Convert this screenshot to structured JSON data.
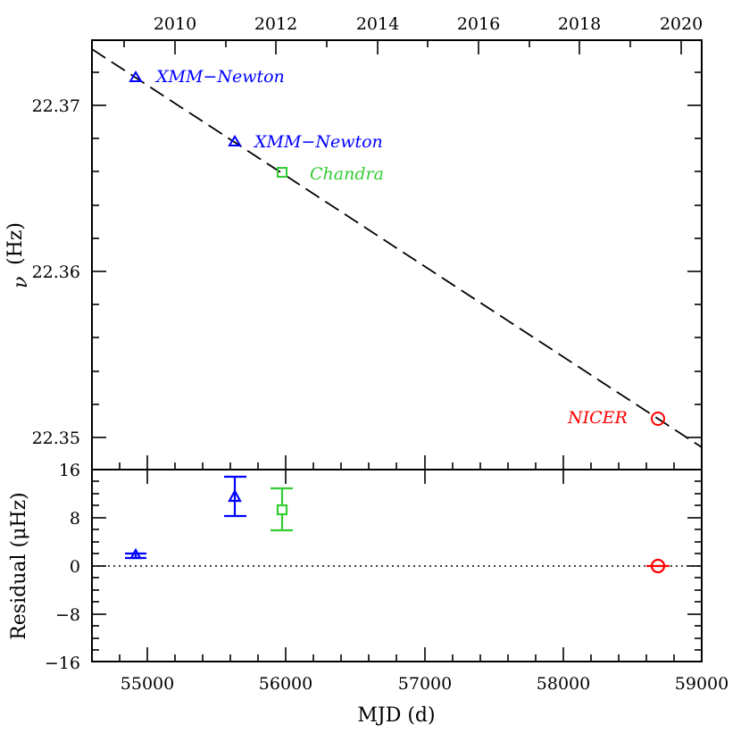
{
  "chart_data": [
    {
      "panel": "top",
      "type": "scatter",
      "title": "",
      "xlabel": "",
      "ylabel": "ν (Hz)",
      "ylabel_symbol": "ν",
      "ylabel_unit": "(Hz)",
      "xlim": [
        54600,
        59000
      ],
      "ylim": [
        22.3481,
        22.3739
      ],
      "yticks": [
        "22.35",
        "22.36",
        "22.37"
      ],
      "top_axis_label": "",
      "top_axis_ticks": [
        "2010",
        "2012",
        "2014",
        "2016",
        "2018",
        "2020"
      ],
      "series": [
        {
          "name": "XMM-Newton",
          "color": "#0000ff",
          "marker": "triangle",
          "points": [
            {
              "mjd": 54916,
              "nu": 22.3717
            },
            {
              "mjd": 55631,
              "nu": 22.3678
            }
          ]
        },
        {
          "name": "Chandra",
          "color": "#33cc33",
          "marker": "square",
          "points": [
            {
              "mjd": 55972,
              "nu": 22.3659
            }
          ]
        },
        {
          "name": "NICER",
          "color": "#ff0000",
          "marker": "circle",
          "points": [
            {
              "mjd": 58684,
              "nu": 22.3511
            }
          ]
        }
      ],
      "fit_line": {
        "style": "dashed",
        "color": "#000000",
        "x": [
          54600,
          59000
        ],
        "y": [
          22.3733,
          22.3493
        ]
      },
      "annotations": [
        {
          "text": "XMM−Newton",
          "color": "#0000ff"
        },
        {
          "text": "XMM−Newton",
          "color": "#0000ff"
        },
        {
          "text": "Chandra",
          "color": "#33cc33"
        },
        {
          "text": "NICER",
          "color": "#ff0000"
        }
      ],
      "grid": false
    },
    {
      "panel": "bottom",
      "type": "scatter",
      "xlabel": "MJD (d)",
      "ylabel": "Residual (μHz)",
      "xlim": [
        54600,
        59000
      ],
      "ylim": [
        -16,
        16
      ],
      "xticks": [
        "55000",
        "56000",
        "57000",
        "58000",
        "59000"
      ],
      "yticks": [
        "−16",
        "−8",
        "0",
        "8",
        "16"
      ],
      "series": [
        {
          "name": "XMM-Newton",
          "color": "#0000ff",
          "marker": "triangle",
          "points": [
            {
              "mjd": 54916,
              "residual": 1.8,
              "err_low": 1.4,
              "err_high": 2.2
            },
            {
              "mjd": 55631,
              "residual": 11.5,
              "err_low": 8.2,
              "err_high": 15.0
            }
          ]
        },
        {
          "name": "Chandra",
          "color": "#33cc33",
          "marker": "square",
          "points": [
            {
              "mjd": 55972,
              "residual": 9.5,
              "err_low": 5.8,
              "err_high": 13.0
            }
          ]
        },
        {
          "name": "NICER",
          "color": "#ff0000",
          "marker": "circle",
          "points": [
            {
              "mjd": 58684,
              "residual": 0.0,
              "err_low": 0.0,
              "err_high": 0.0
            }
          ]
        }
      ],
      "reference_line": {
        "y": 0,
        "style": "dotted"
      },
      "grid": false
    }
  ],
  "labels": {
    "top_years": [
      "2010",
      "2012",
      "2014",
      "2016",
      "2018",
      "2020"
    ],
    "nu_ticks": [
      "22.37",
      "22.36",
      "22.35"
    ],
    "res_ticks": [
      "16",
      "8",
      "0",
      "−8",
      "−16"
    ],
    "mjd_ticks": [
      "55000",
      "56000",
      "57000",
      "58000",
      "59000"
    ],
    "ylabel_top_symbol": "ν",
    "ylabel_top_unit": "(Hz)",
    "ylabel_bottom": "Residual (μHz)",
    "xlabel": "MJD (d)",
    "ann_xmm1": "XMM−Newton",
    "ann_xmm2": "XMM−Newton",
    "ann_chandra": "Chandra",
    "ann_nicer": "NICER"
  }
}
